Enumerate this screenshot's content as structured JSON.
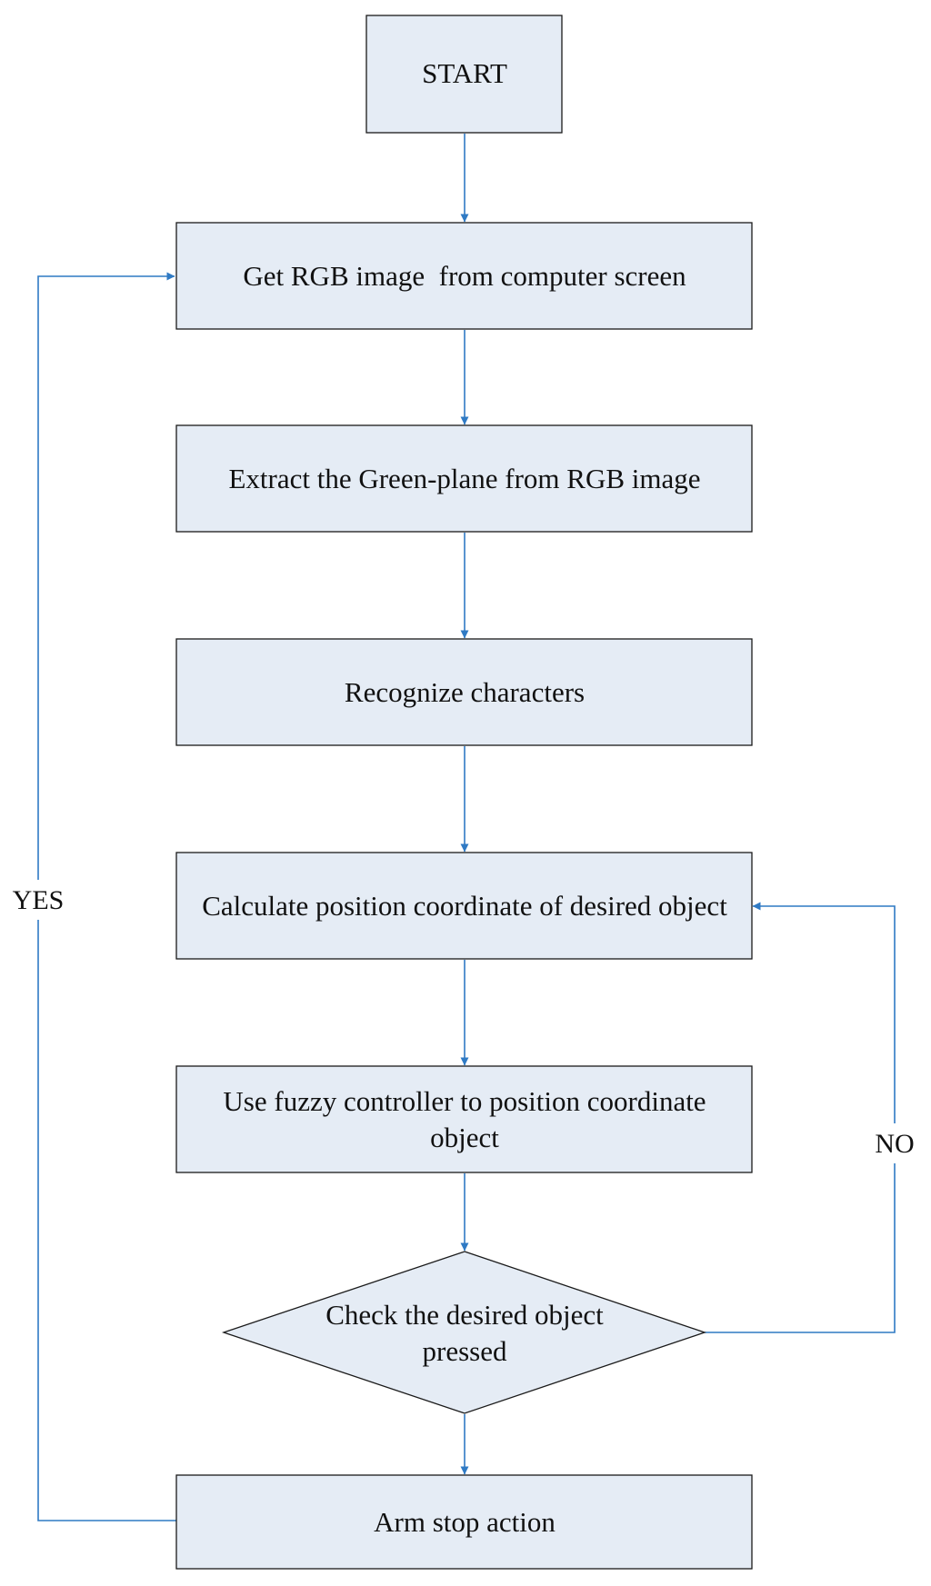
{
  "diagram": {
    "type": "flowchart",
    "colors": {
      "node_fill": "#e5ecf5",
      "node_border": "#1a1a1a",
      "edge": "#2f7ac4",
      "text": "#111111"
    },
    "nodes": {
      "start": {
        "shape": "rectangle",
        "lines": [
          "START"
        ]
      },
      "get_rgb": {
        "shape": "rectangle",
        "lines": [
          "Get RGB image  from computer screen"
        ]
      },
      "extract": {
        "shape": "rectangle",
        "lines": [
          "Extract the Green-plane from RGB image"
        ]
      },
      "recognize": {
        "shape": "rectangle",
        "lines": [
          "Recognize characters"
        ]
      },
      "calculate": {
        "shape": "rectangle",
        "lines": [
          "Calculate position coordinate of desired object"
        ]
      },
      "fuzzy": {
        "shape": "rectangle",
        "lines": [
          "Use fuzzy controller to position coordinate",
          "object"
        ]
      },
      "check": {
        "shape": "diamond",
        "lines": [
          "Check the desired object",
          "pressed"
        ]
      },
      "arm_stop": {
        "shape": "rectangle",
        "lines": [
          "Arm stop action"
        ]
      }
    },
    "edges": [
      {
        "from": "start",
        "to": "get_rgb",
        "label": ""
      },
      {
        "from": "get_rgb",
        "to": "extract",
        "label": ""
      },
      {
        "from": "extract",
        "to": "recognize",
        "label": ""
      },
      {
        "from": "recognize",
        "to": "calculate",
        "label": ""
      },
      {
        "from": "calculate",
        "to": "fuzzy",
        "label": ""
      },
      {
        "from": "fuzzy",
        "to": "check",
        "label": ""
      },
      {
        "from": "check",
        "to": "arm_stop",
        "label": ""
      },
      {
        "from": "check",
        "to": "calculate",
        "label": "NO"
      },
      {
        "from": "arm_stop",
        "to": "get_rgb",
        "label": "YES"
      }
    ]
  }
}
